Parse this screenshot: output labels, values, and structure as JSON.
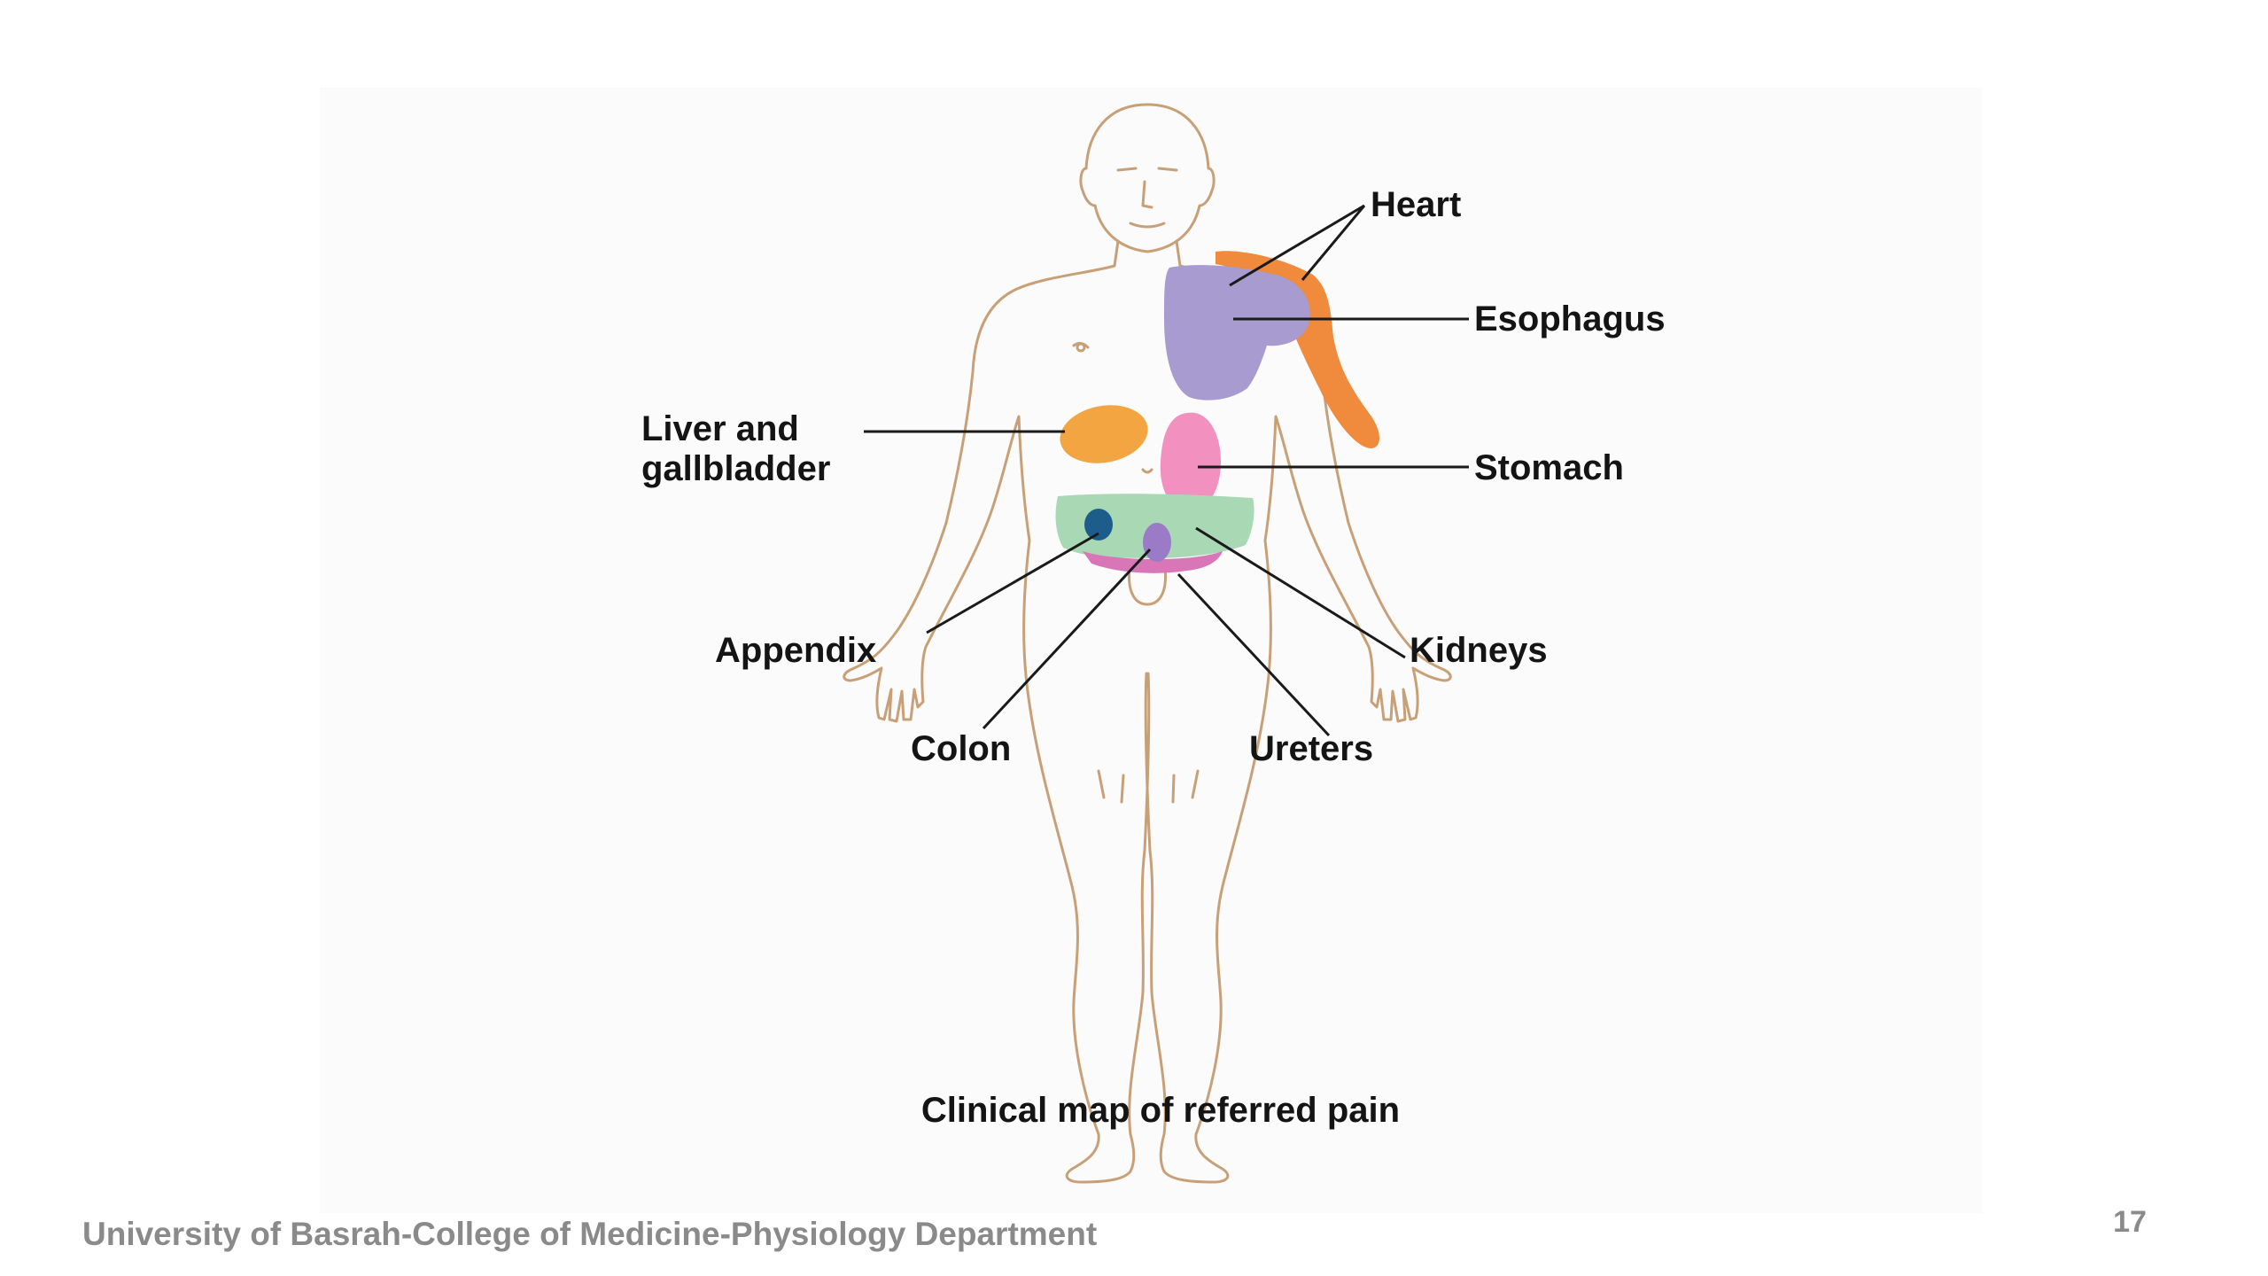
{
  "diagram": {
    "caption": "Clinical map of referred pain",
    "labels": {
      "heart": "Heart",
      "esophagus": "Esophagus",
      "liver_line1": "Liver and",
      "liver_line2": "gallbladder",
      "stomach": "Stomach",
      "appendix": "Appendix",
      "kidneys": "Kidneys",
      "colon": "Colon",
      "ureters": "Ureters"
    },
    "colors": {
      "heart": "#f08a3c",
      "esophagus": "#a79bd0",
      "liver_and_gallbladder": "#f2a541",
      "stomach": "#f290c0",
      "colon": "#a8d8b4",
      "appendix": "#1d5d8c",
      "kidneys": "#d876b8",
      "ureters": "#9b7bc8",
      "body_outline": "#c8a078"
    }
  },
  "footer": {
    "institution": "University of Basrah-College of Medicine-Physiology Department",
    "page_number": "17"
  }
}
